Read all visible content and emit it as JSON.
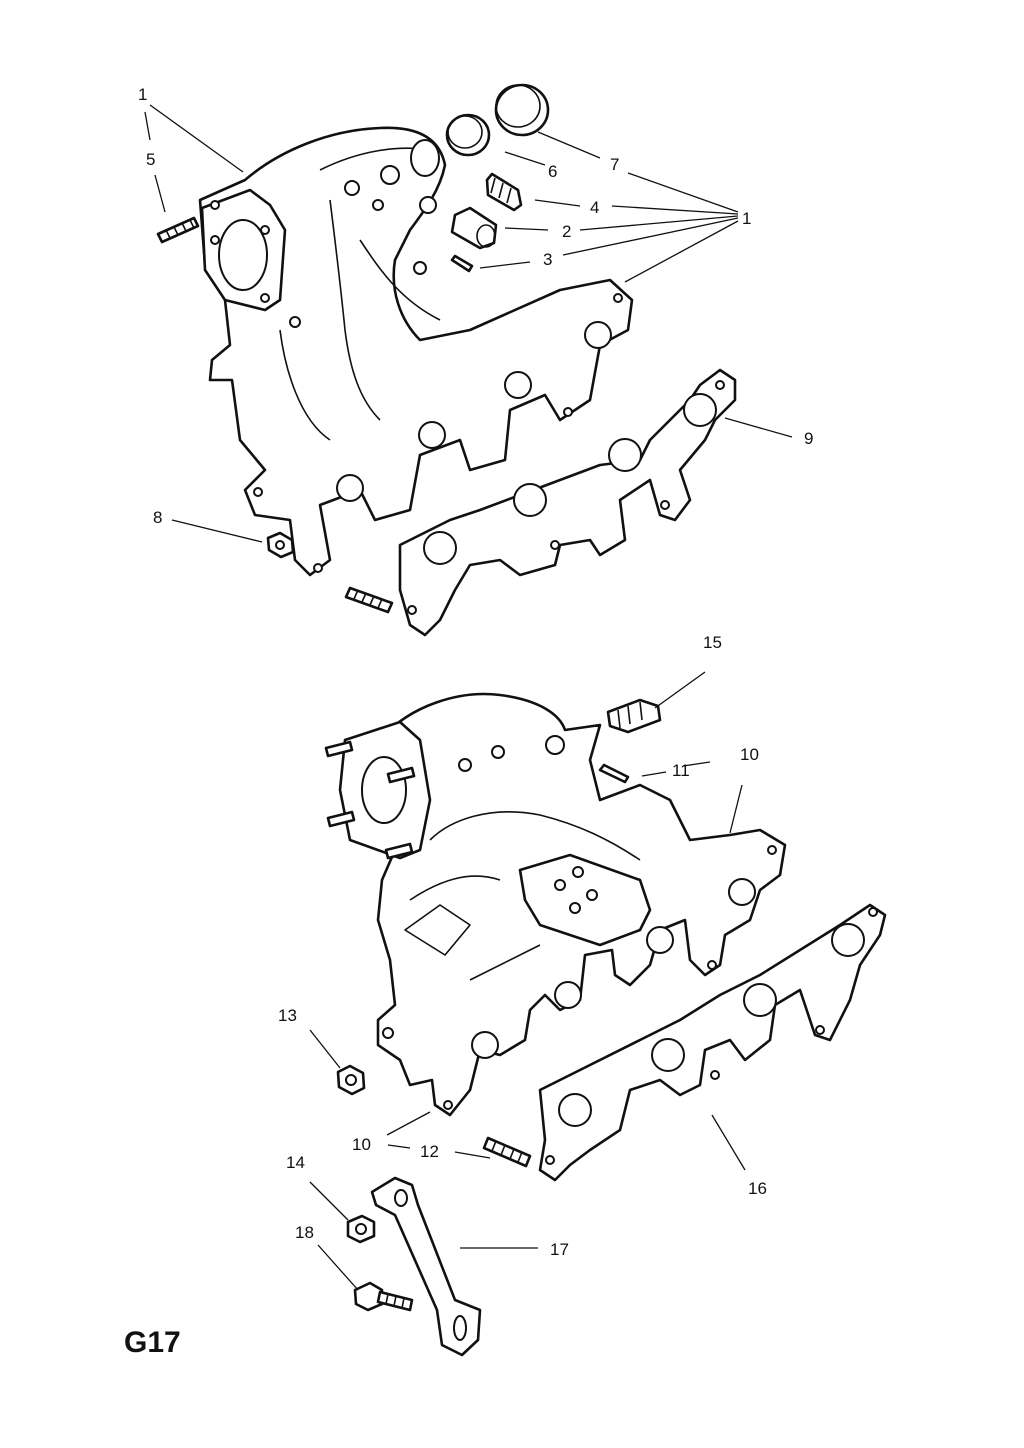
{
  "page_code": "G17",
  "callouts": {
    "c1_top": "1",
    "c5": "5",
    "c7": "7",
    "c6": "6",
    "c4": "4",
    "c2": "2",
    "c3": "3",
    "c1_right": "1",
    "c9": "9",
    "c8": "8",
    "c15": "15",
    "c11": "11",
    "c10_top": "10",
    "c13": "13",
    "c10_bottom": "10",
    "c12": "12",
    "c14": "14",
    "c16": "16",
    "c18": "18",
    "c17": "17"
  }
}
